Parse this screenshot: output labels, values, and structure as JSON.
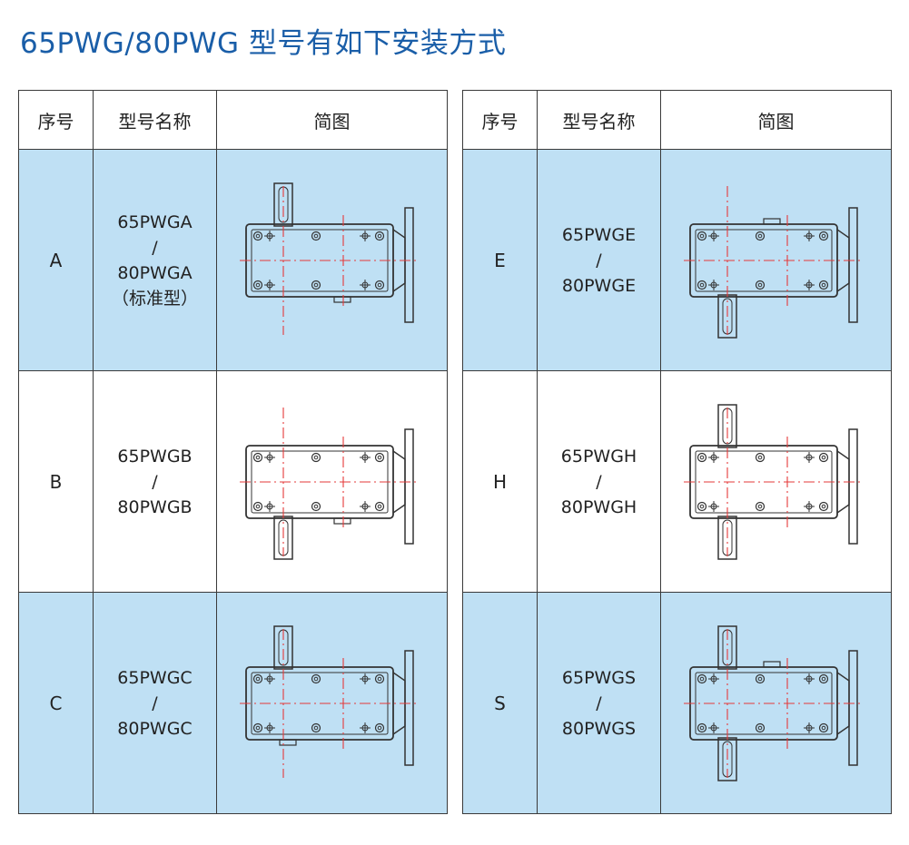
{
  "page": {
    "title": "65PWG/80PWG 型号有如下安装方式"
  },
  "headers": {
    "code": "序号",
    "model": "型号名称",
    "diagram": "简图"
  },
  "colors": {
    "title": "#1a5ea8",
    "row_shade": "#bfe0f4",
    "centerline": "#e53a3a"
  },
  "left_table": {
    "rows": [
      {
        "code": "A",
        "line1": "65PWGA",
        "sep": "/",
        "line2": "80PWGA",
        "note": "（标准型）",
        "shaft": "top",
        "shaded": true
      },
      {
        "code": "B",
        "line1": "65PWGB",
        "sep": "/",
        "line2": "80PWGB",
        "note": "",
        "shaft": "bottom",
        "shaded": false
      },
      {
        "code": "C",
        "line1": "65PWGC",
        "sep": "/",
        "line2": "80PWGC",
        "note": "",
        "shaft": "top",
        "shaded": true
      }
    ]
  },
  "right_table": {
    "rows": [
      {
        "code": "E",
        "line1": "65PWGE",
        "sep": "/",
        "line2": "80PWGE",
        "note": "",
        "shaft": "bottom",
        "shaded": true
      },
      {
        "code": "H",
        "line1": "65PWGH",
        "sep": "/",
        "line2": "80PWGH",
        "note": "",
        "shaft": "both",
        "shaded": false
      },
      {
        "code": "S",
        "line1": "65PWGS",
        "sep": "/",
        "line2": "80PWGS",
        "note": "",
        "shaft": "both",
        "shaded": true
      }
    ]
  }
}
